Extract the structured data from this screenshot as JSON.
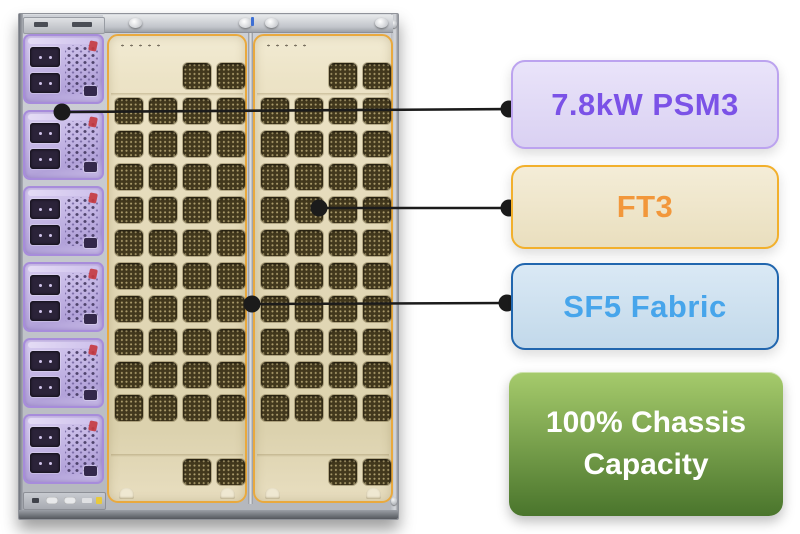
{
  "figure": {
    "description": "Front view of a modular network chassis with power supply modules on the left and two perforated fan-tray doors",
    "chassis": {
      "psm_modules_visible": 6,
      "fan_tray_doors": 2,
      "vent_columns_per_door": 4,
      "vent_full_rows_per_door": 10,
      "vent_partial_row_tiles": 2
    }
  },
  "callouts": [
    {
      "label": "7.8kW PSM3",
      "text_color": "#7B52E7",
      "fill": "#DED5F7",
      "border": "#BCA3EF"
    },
    {
      "label": "FT3",
      "text_color": "#F2973B",
      "fill": "#EEE3C2",
      "border": "#F2B02C"
    },
    {
      "label": "SF5 Fabric",
      "text_color": "#47A5EB",
      "fill": "#C6DDEF",
      "border": "#2166AE"
    }
  ],
  "badge": {
    "label": "100% Chassis Capacity",
    "text_color": "#FFFFFF",
    "fill_top": "#A6CB6C",
    "fill_bottom": "#4A752C"
  },
  "line_color": "#1B1B1B"
}
